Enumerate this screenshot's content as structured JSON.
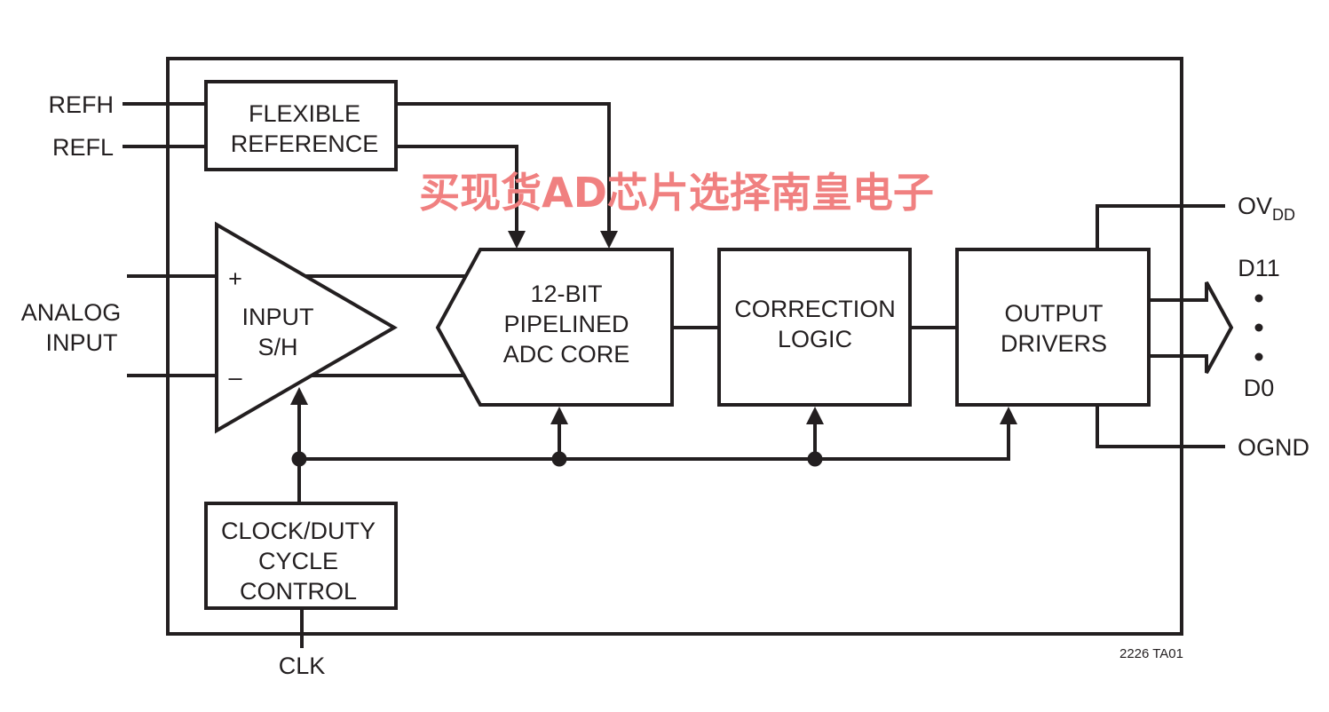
{
  "pins": {
    "refh": "REFH",
    "refl": "REFL",
    "analog_input": [
      "ANALOG",
      "INPUT"
    ],
    "ovdd_main": "OV",
    "ovdd_sub": "DD",
    "d11": "D11",
    "d0": "D0",
    "ognd": "OGND",
    "clk": "CLK"
  },
  "blocks": {
    "flexible_reference": [
      "FLEXIBLE",
      "REFERENCE"
    ],
    "input_sh": [
      "INPUT",
      "S/H"
    ],
    "adc_core": [
      "12-BIT",
      "PIPELINED",
      "ADC CORE"
    ],
    "correction_logic": [
      "CORRECTION",
      "LOGIC"
    ],
    "output_drivers": [
      "OUTPUT",
      "DRIVERS"
    ],
    "clock_duty": [
      "CLOCK/DUTY",
      "CYCLE",
      "CONTROL"
    ]
  },
  "amp_signs": {
    "plus": "+",
    "minus": "–"
  },
  "figure_code": "2226 TA01",
  "watermark": "买现货AD芯片选择南皇电子",
  "colors": {
    "line": "#231f20",
    "watermark": "#f08080",
    "background": "#ffffff"
  }
}
